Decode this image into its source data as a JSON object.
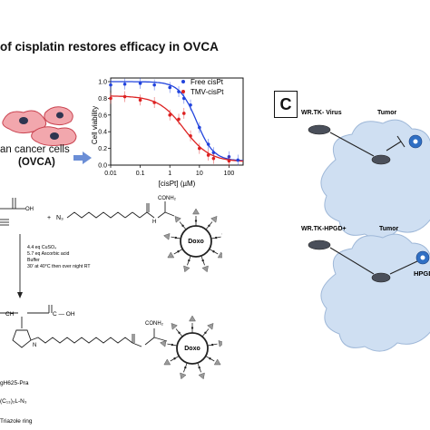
{
  "title": "of cisplatin restores efficacy in OVCA",
  "cells": {
    "line1": "an cancer cells",
    "line2": "(OVCA)"
  },
  "chart_data": {
    "type": "scatter",
    "xscale": "log",
    "xlabel": "[cisPt] (µM)",
    "ylabel": "Cell viability",
    "xlim": [
      0.01,
      300
    ],
    "ylim": [
      0.0,
      1.0
    ],
    "xticks": [
      {
        "v": 0.01,
        "label": "0.01"
      },
      {
        "v": 0.1,
        "label": "0.1"
      },
      {
        "v": 1,
        "label": "1"
      },
      {
        "v": 10,
        "label": "10"
      },
      {
        "v": 100,
        "label": "100"
      }
    ],
    "yticks": [
      {
        "v": 0.0,
        "label": "0.0"
      },
      {
        "v": 0.2,
        "label": "0.2"
      },
      {
        "v": 0.4,
        "label": "0.4"
      },
      {
        "v": 0.6,
        "label": "0.6"
      },
      {
        "v": 0.8,
        "label": "0.8"
      },
      {
        "v": 1.0,
        "label": "1.0"
      }
    ],
    "legend_position": "top-right",
    "series": [
      {
        "name": "Free cisPt",
        "color": "#2244dd",
        "ic50": 8,
        "top": 1.0,
        "bottom": 0.05,
        "hill": 1.5,
        "points": [
          {
            "x": 0.01,
            "y": 0.96
          },
          {
            "x": 0.03,
            "y": 0.97
          },
          {
            "x": 0.1,
            "y": 0.98
          },
          {
            "x": 0.3,
            "y": 0.96
          },
          {
            "x": 1,
            "y": 0.93
          },
          {
            "x": 2,
            "y": 0.88
          },
          {
            "x": 3,
            "y": 0.8
          },
          {
            "x": 5,
            "y": 0.72
          },
          {
            "x": 10,
            "y": 0.45
          },
          {
            "x": 20,
            "y": 0.25
          },
          {
            "x": 30,
            "y": 0.15
          },
          {
            "x": 100,
            "y": 0.1
          },
          {
            "x": 200,
            "y": 0.06
          }
        ]
      },
      {
        "name": "TMV-cisPt",
        "color": "#dd2222",
        "ic50": 3,
        "top": 0.83,
        "bottom": 0.04,
        "hill": 1.0,
        "points": [
          {
            "x": 0.01,
            "y": 0.8
          },
          {
            "x": 0.03,
            "y": 0.82
          },
          {
            "x": 0.1,
            "y": 0.78
          },
          {
            "x": 0.3,
            "y": 0.75
          },
          {
            "x": 1,
            "y": 0.6
          },
          {
            "x": 2,
            "y": 0.55
          },
          {
            "x": 3,
            "y": 0.62
          },
          {
            "x": 5,
            "y": 0.35
          },
          {
            "x": 10,
            "y": 0.2
          },
          {
            "x": 20,
            "y": 0.12
          },
          {
            "x": 30,
            "y": 0.08
          },
          {
            "x": 100,
            "y": 0.05
          }
        ]
      }
    ]
  },
  "chem": {
    "oh": "OH",
    "n3": "N₃",
    "conh2": "CONH₂",
    "nh": "H",
    "doxo": "Doxo",
    "conditions": [
      "4.4 eq CuSO₄",
      "5.7 eq Ascorbic acid",
      "Buffer",
      "30' at 40°C then over night RT"
    ],
    "bottom_cooh": "C — OH",
    "ch": "CH",
    "n_ring": "N",
    "labels": [
      "gH625-Pra",
      "(C₁₃)₂L-N₃",
      "Triazole ring"
    ]
  },
  "panel_c": {
    "label": "C",
    "top": {
      "virus": "WR.TK- Virus",
      "tumor": "Tumor"
    },
    "bottom": {
      "virus": "WR.TK-HPGD+",
      "tumor": "Tumor",
      "hpgd": "HPGD"
    }
  },
  "colors": {
    "arrow": "#6b8ed6",
    "cloud": "#cfdff2",
    "cloud_edge": "#9fb8d8",
    "cell": "#f2a7ad",
    "cell_edge": "#c9424f"
  }
}
